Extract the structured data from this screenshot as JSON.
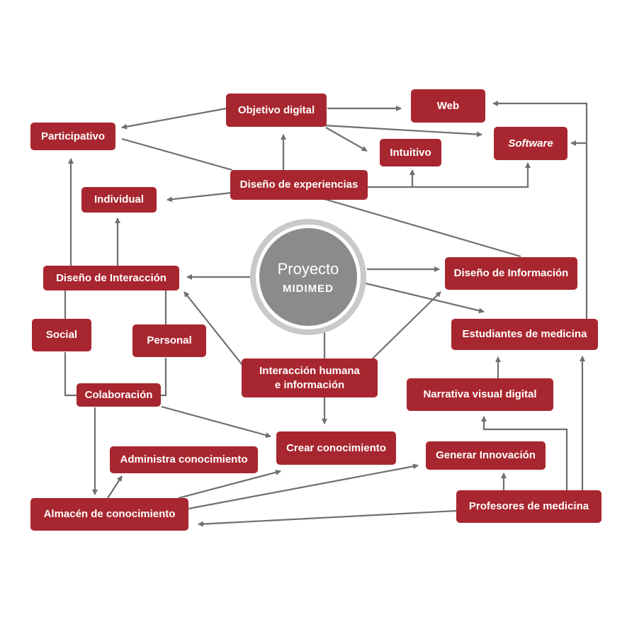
{
  "colors": {
    "node": "#a8262f",
    "edge": "#6f6f6f",
    "center": "#8b8b8b",
    "ring": "#c9c9c9"
  },
  "center": {
    "title": "Proyecto",
    "subtitle": "MIDIMED"
  },
  "nodes": {
    "objetivo_digital": "Objetivo digital",
    "web": "Web",
    "participativo": "Participativo",
    "intuitivo": "Intuitivo",
    "software": "Software",
    "diseno_experiencias": "Diseño de experiencias",
    "individual": "Individual",
    "diseno_interaccion": "Diseño de Interacción",
    "diseno_informacion": "Diseño de Información",
    "estudiantes_medicina": "Estudiantes de medicina",
    "social": "Social",
    "personal": "Personal",
    "interaccion_humana_1": "Interacción humana",
    "interaccion_humana_2": "e información",
    "colaboracion": "Colaboración",
    "narrativa_visual": "Narrativa visual digital",
    "administra_conocimiento": "Administra conocimiento",
    "crear_conocimiento": "Crear conocimiento",
    "generar_innovacion": "Generar Innovación",
    "almacen_conocimiento": "Almacén de conocimiento",
    "profesores_medicina": "Profesores de medicina"
  }
}
